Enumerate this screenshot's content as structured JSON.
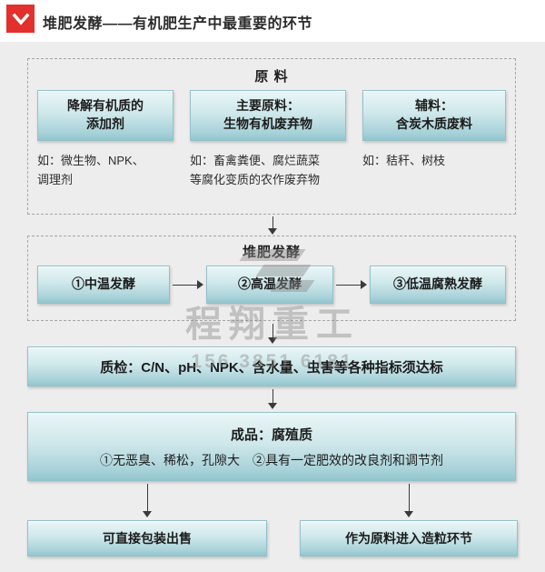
{
  "colors": {
    "accent_red": "#e2302c",
    "box_teal_light": "#eaf6f7",
    "box_teal_dark": "#92c5cd",
    "background": "#ededed"
  },
  "header": {
    "icon": "chevron-down-icon",
    "title": "堆肥发酵——有机肥生产中最重要的环节"
  },
  "raw_materials": {
    "title": "原 料",
    "items": [
      {
        "box": "降解有机质的\n添加剂",
        "note": "如：微生物、NPK、\n调理剂"
      },
      {
        "box": "主要原料：\n生物有机废弃物",
        "note": "如：畜禽粪便、腐烂蔬菜\n等腐化变质的农作废弃物"
      },
      {
        "box": "辅料：\n含炭木质废料",
        "note": "如：秸秆、树枝"
      }
    ]
  },
  "fermentation": {
    "title": "堆肥发酵",
    "steps": [
      "①中温发酵",
      "②高温发酵",
      "③低温腐熟发酵"
    ]
  },
  "qc": {
    "label": "质检：C/N、pH、NPK、含水量、虫害等各种指标须达标"
  },
  "product": {
    "title": "成品：腐殖质",
    "detail": "①无恶臭、稀松，孔隙大　②具有一定肥效的改良剂和调节剂"
  },
  "outputs": [
    "可直接包装出售",
    "作为原料进入造粒环节"
  ],
  "watermark": {
    "brand": "程翔重工",
    "phone": "156 3851 6181"
  }
}
